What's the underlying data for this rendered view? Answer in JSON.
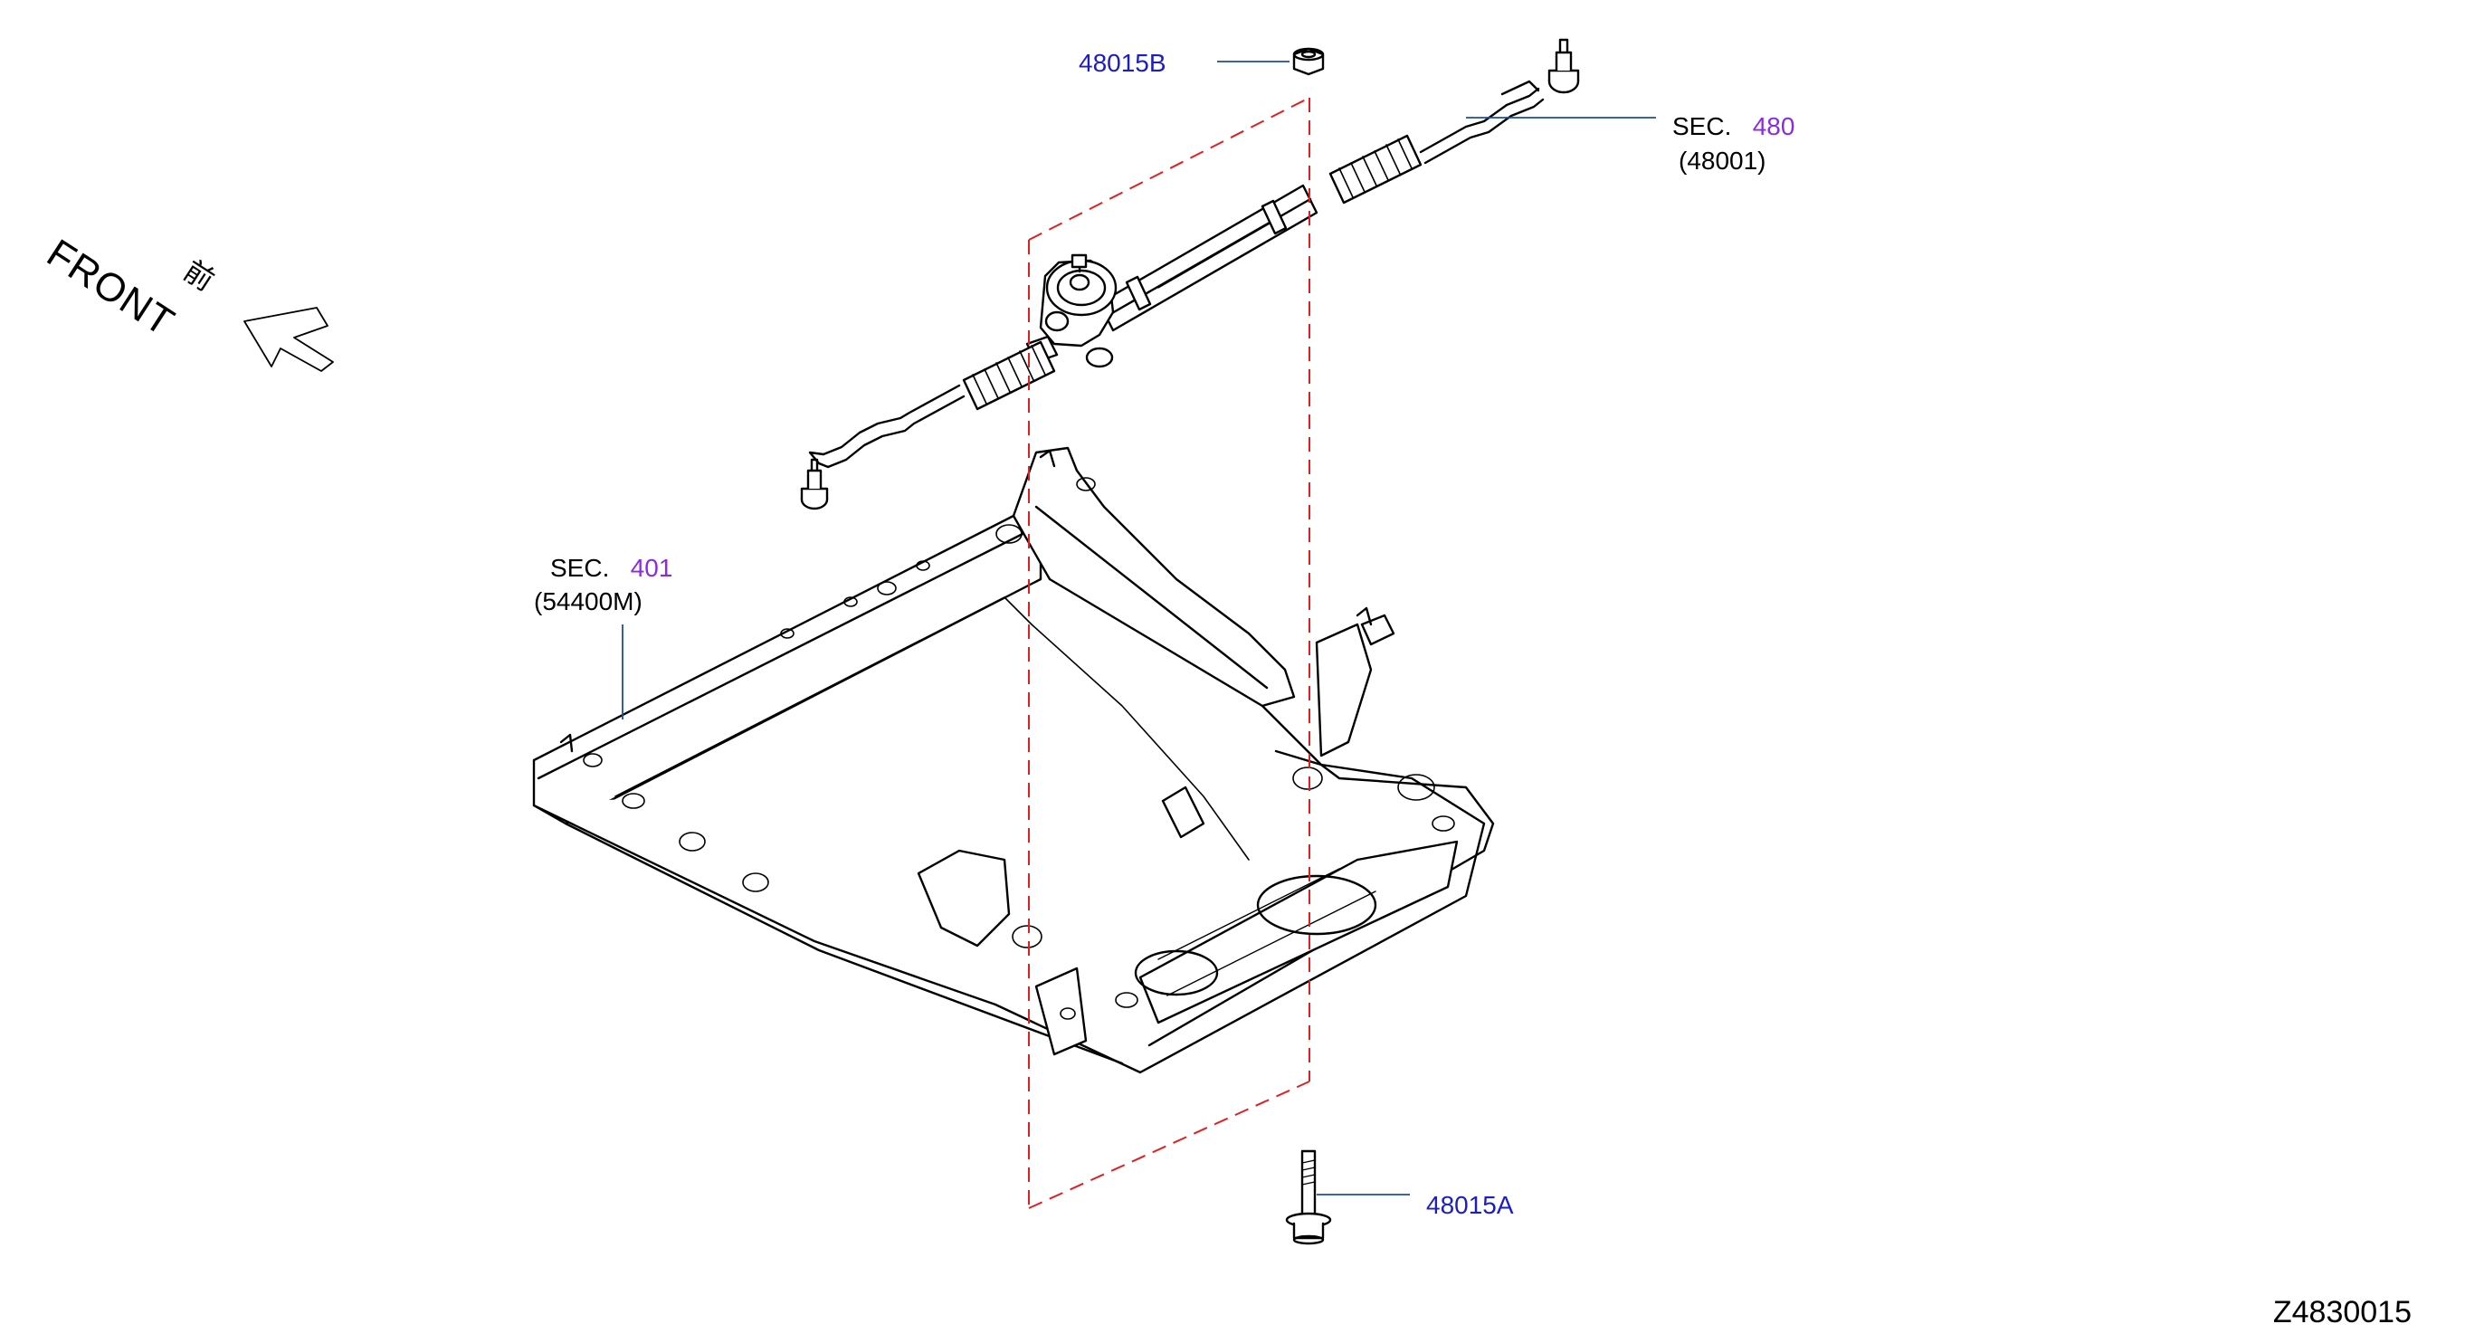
{
  "diagram": {
    "figure_number": "Z4830015",
    "orientation": {
      "front_label": "FRONT",
      "front_kanji": "前",
      "arrow_icon": "front-direction-arrow-icon"
    },
    "callouts": {
      "nut": {
        "part_number": "48015B"
      },
      "bolt": {
        "part_number": "48015A"
      },
      "steering_gear": {
        "sec_prefix": "SEC.",
        "sec_number": "480",
        "ref": "(48001)"
      },
      "member": {
        "sec_prefix": "SEC.",
        "sec_number": "401",
        "ref": "(54400M)"
      }
    },
    "colors": {
      "part_link": "#1c1cc8",
      "section_link": "#8a2be2",
      "leader_line": "#1a4fa0",
      "phantom_line": "#e02020",
      "outline": "#000000"
    }
  }
}
